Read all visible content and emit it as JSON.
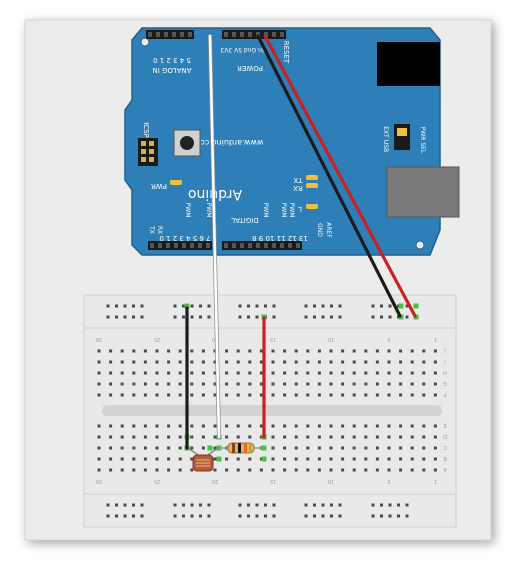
{
  "arduino": {
    "brand": "Arduino",
    "site": "www.arduino.cc",
    "header_analog": "ANALOG IN",
    "analog_pins": "5 4 3 2 1 0",
    "header_power_pins": "Vin Gnd 5V 3V3",
    "header_power": "POWER",
    "header_reset": "RESET",
    "icsp": "ICSP",
    "led_pwr": "PWR",
    "led_tx": "TX",
    "led_rx": "RX",
    "led_l": "L",
    "pwr_sel": "PWR SEL",
    "sel_ext": "EXT",
    "sel_usb": "USB",
    "digital": "DIGITAL",
    "pwm": "PWM",
    "digital_numbers_low": "7 6 5 4 3 2 1 0",
    "digital_numbers_high": "13 12 11 10 9 8",
    "tx_label": "TX",
    "rx_label": "RX",
    "gnd_label": "GND",
    "aref_label": "AREF"
  },
  "breadboard": {
    "col_markers_top": [
      "30",
      "25",
      "20",
      "15",
      "10",
      "5",
      "1"
    ],
    "col_markers_bottom": [
      "30",
      "25",
      "20",
      "15",
      "10",
      "5",
      "1"
    ],
    "row_letters_top": [
      "J",
      "I",
      "H",
      "G",
      "F"
    ],
    "row_letters_bottom": [
      "E",
      "D",
      "C",
      "B",
      "A"
    ]
  },
  "colors": {
    "board": "#2d7bb3",
    "board_edge": "#1f5f8f",
    "wire_red": "#cc1f1f",
    "wire_black": "#1b1b1b",
    "wire_white": "#ffffff",
    "hole": "#4a4a4a",
    "hole_active": "#46c246",
    "breadboard": "#e9e9e9"
  }
}
